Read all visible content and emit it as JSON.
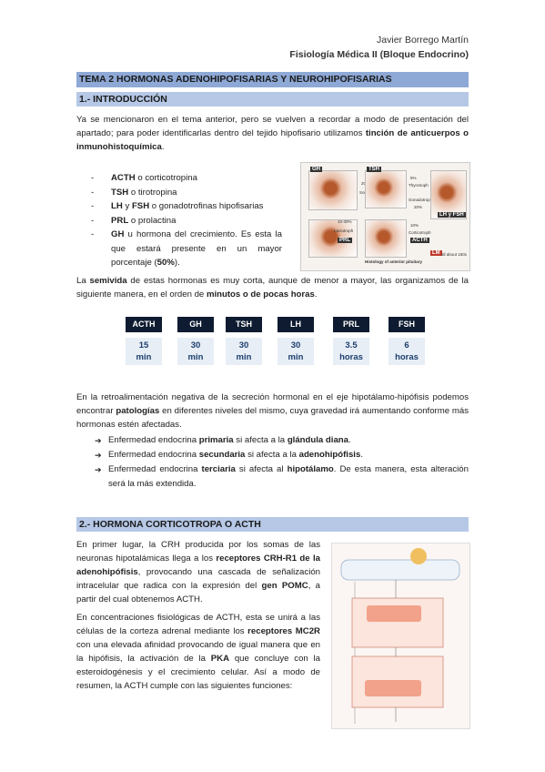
{
  "header": {
    "author": "Javier Borrego Martín",
    "course": "Fisiología Médica II (Bloque Endocrino)"
  },
  "title": "TEMA 2 HORMONAS ADENOHIPOFISARIAS Y NEUROHIPOFISARIAS",
  "section1": {
    "heading": "1.- INTRODUCCIÓN",
    "intro_a": "Ya se mencionaron en el tema anterior, pero se vuelven a recordar a modo de presentación del apartado; para poder identificarlas dentro del tejido hipofisario utilizamos ",
    "intro_b": "tinción de anticuerpos o inmunohistoquímica",
    "intro_c": ".",
    "list": [
      {
        "bold": "ACTH",
        "text": " o corticotropina"
      },
      {
        "bold": "TSH",
        "text": " o tirotropina"
      },
      {
        "bold": "LH",
        "text": " y ",
        "bold2": "FSH",
        "text2": " o gonadotrofinas hipofisarias"
      },
      {
        "bold": "PRL",
        "text": " o prolactina"
      },
      {
        "bold": "GH",
        "text": " u hormona del crecimiento. Es esta la que estará presente en un mayor porcentaje (",
        "bold2": "50%",
        "text2": ")."
      }
    ],
    "figure": {
      "labels": [
        "GH",
        "TSH",
        "5%",
        "Thyrotroph",
        "20%",
        "Somatotroph",
        "Gonadotroph",
        "20%",
        "LH y FSH",
        "10-30%",
        "Lactotroph",
        "PRL",
        "10%",
        "Corticotroph",
        "ACTH",
        "Histology of anterior pituitary",
        "LM",
        "all about 150x"
      ]
    },
    "halflife_a": "La ",
    "halflife_b": "semivida",
    "halflife_c": " de estas hormonas es muy corta, aunque de menor a mayor, las organizamos de la siguiente manera, en el orden de ",
    "halflife_d": "minutos o de pocas horas",
    "halflife_e": ".",
    "hormones": [
      {
        "name": "ACTH",
        "v1": "15",
        "v2": "min"
      },
      {
        "name": "GH",
        "v1": "30",
        "v2": "min"
      },
      {
        "name": "TSH",
        "v1": "30",
        "v2": "min"
      },
      {
        "name": "LH",
        "v1": "30",
        "v2": "min"
      },
      {
        "name": "PRL",
        "v1": "3.5",
        "v2": "horas"
      },
      {
        "name": "FSH",
        "v1": "6",
        "v2": "horas"
      }
    ],
    "feedback_a": "En la retroalimentación negativa de la secreción hormonal en el eje hipotálamo-hipófisis podemos encontrar ",
    "feedback_b": "patologías",
    "feedback_c": " en diferentes niveles del mismo, cuya gravedad irá aumentando conforme más hormonas estén afectadas.",
    "arrows": [
      {
        "a": "Enfermedad endocrina ",
        "b": "primaria",
        "c": " si afecta a la ",
        "d": "glándula diana",
        "e": "."
      },
      {
        "a": "Enfermedad endocrina ",
        "b": "secundaria",
        "c": " si afecta a la ",
        "d": "adenohipófisis",
        "e": "."
      },
      {
        "a": "Enfermedad endocrina ",
        "b": "terciaria",
        "c": " si afecta al ",
        "d": "hipotálamo",
        "e": ". De esta manera, esta alteración será la más extendida."
      }
    ]
  },
  "section2": {
    "heading": "2.- HORMONA CORTICOTROPA O ACTH",
    "p1_a": "En primer lugar, la CRH producida por los somas de las neuronas hipotalámicas llega a los ",
    "p1_b": "receptores CRH-R1 de la adenohipófisis",
    "p1_c": ", provocando una cascada de señalización intracelular que radica con la expresión del ",
    "p1_d": "gen POMC",
    "p1_e": ", a partir del cual obtenemos ACTH.",
    "p2_a": "En concentraciones fisiológicas de ACTH, esta se unirá a las células de la corteza adrenal mediante los ",
    "p2_b": "receptores MC2R",
    "p2_c": " con una elevada afinidad provocando de igual manera que en la hipófisis, la activación de la ",
    "p2_d": "PKA",
    "p2_e": " que concluye con la esteroidogénesis y el crecimiento celular. Así a modo de resumen, la ACTH cumple con las siguientes funciones:"
  },
  "colors": {
    "bar_light": "#b6c8e6",
    "bar_dark": "#8ea9d6",
    "hormone_box": "#0e1b30",
    "value_box": "#e7eef5",
    "value_text": "#1d3f6e"
  }
}
